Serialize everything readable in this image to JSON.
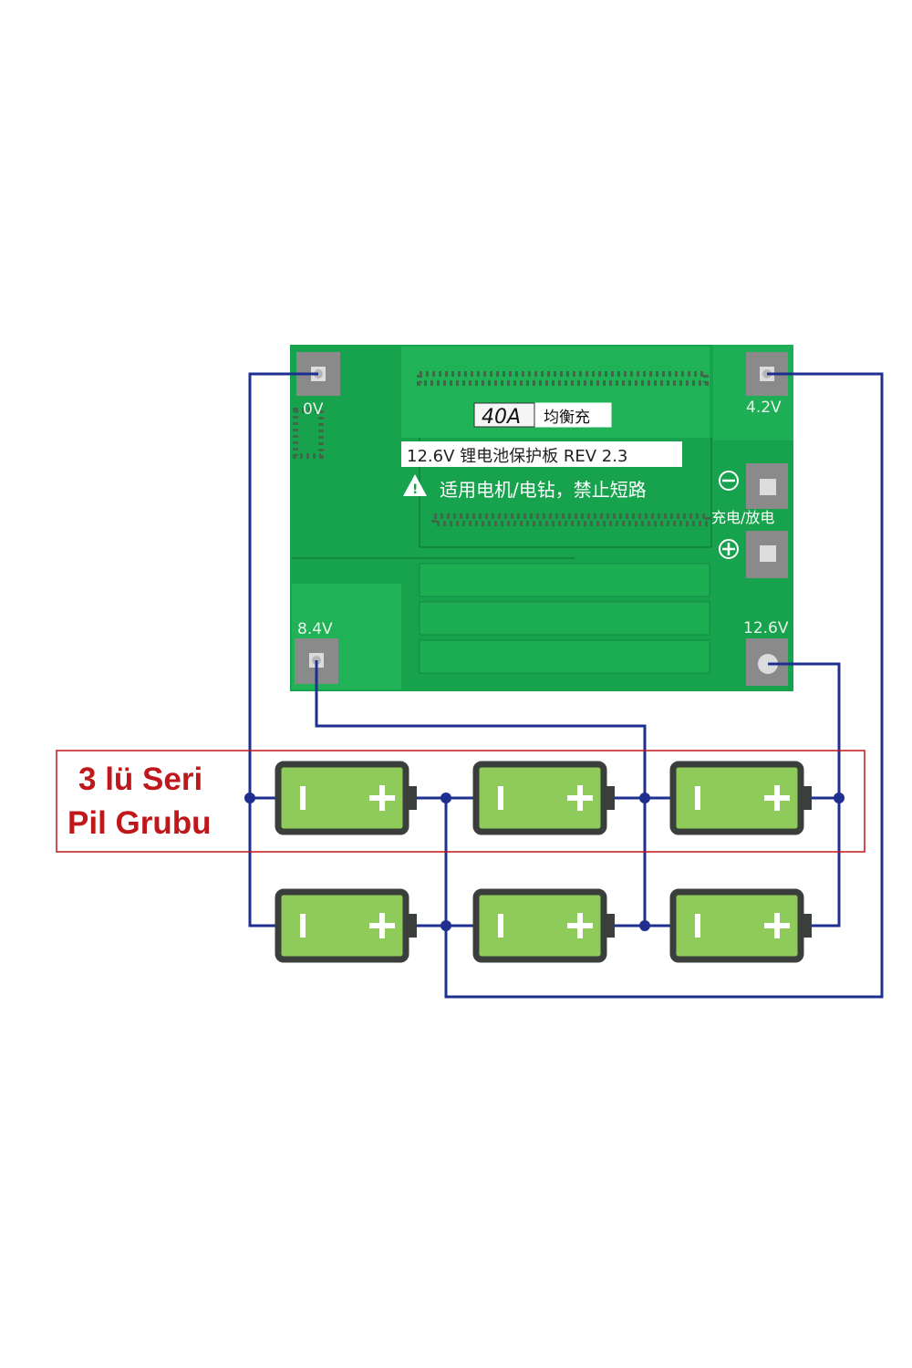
{
  "board": {
    "terminal_0v": "0V",
    "terminal_4v2": "4.2V",
    "terminal_8v4": "8.4V",
    "terminal_12v6": "12.6V",
    "current_badge": "40A",
    "badge_chinese": "均衡充",
    "title_line": "12.6V 锂电池保护板 REV 2.3",
    "warning_line": "适用电机/电钻，禁止短路",
    "charge_discharge": "充电/放电"
  },
  "group": {
    "line1": "3 lü Seri",
    "line2": "Pil Grubu"
  },
  "battery": {
    "minus": "I",
    "plus": "+"
  },
  "colors": {
    "pcb": "#17a34d",
    "wire": "#1e2f8f",
    "battery_fill": "#8ecb5a",
    "battery_border": "#3b3f3b",
    "label": "#c0171b"
  }
}
